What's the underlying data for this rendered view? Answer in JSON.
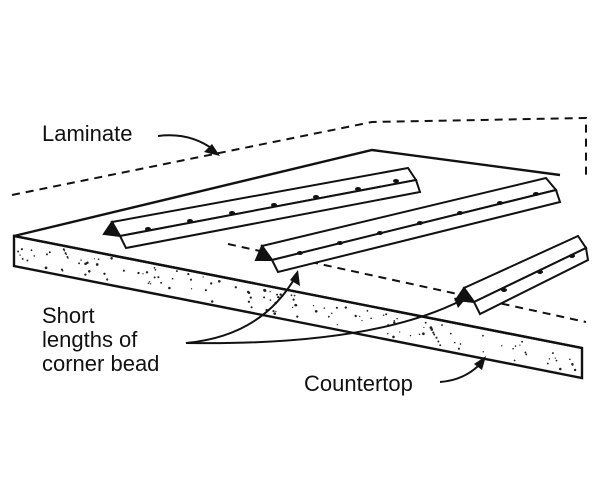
{
  "labels": {
    "laminate": "Laminate",
    "corner_bead_lines": [
      "Short",
      "lengths of",
      "corner bead"
    ],
    "countertop": "Countertop"
  },
  "colors": {
    "ink": "#111111",
    "paper": "#ffffff"
  }
}
